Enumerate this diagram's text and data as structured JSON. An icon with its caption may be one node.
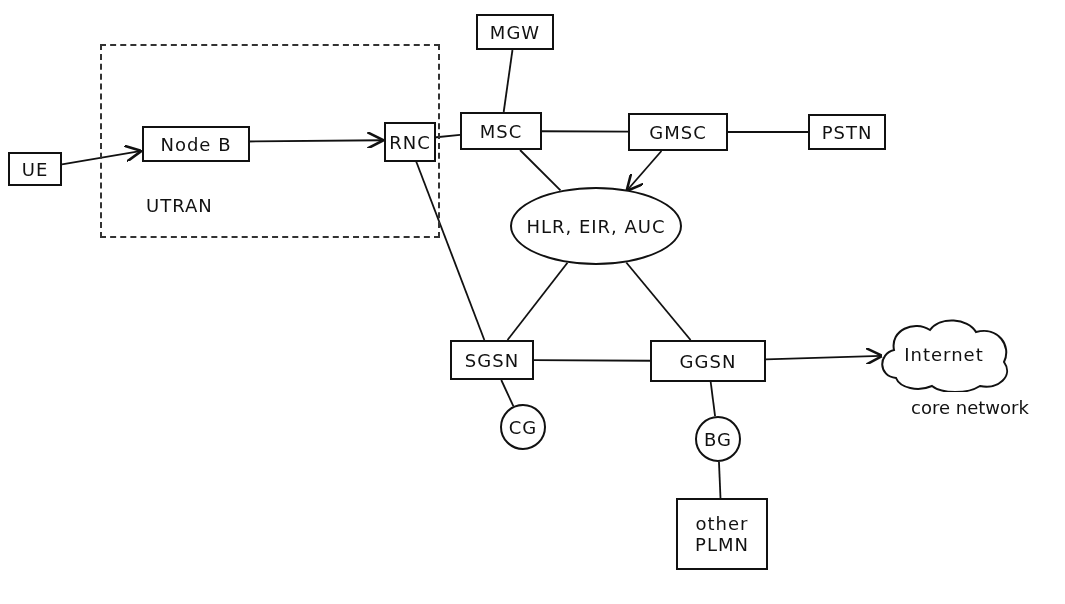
{
  "diagram": {
    "nodes": [
      {
        "text": [
          "MGW"
        ]
      },
      {
        "text": [
          "UE"
        ]
      },
      {
        "text": [
          "UTRAN"
        ]
      },
      {
        "text": [
          "Node B"
        ],
        "in": 2
      },
      {
        "text": [
          "RNC"
        ],
        "in": 2
      },
      {
        "text": [
          "MSC"
        ]
      },
      {
        "text": [
          "GMSC"
        ]
      },
      {
        "text": [
          "PSTN"
        ]
      },
      {
        "text": [
          "HLR, EIR, AUC"
        ]
      },
      {
        "text": [
          "SGSN"
        ]
      },
      {
        "text": [
          "GGSN"
        ]
      },
      {
        "text": [
          "Internet"
        ]
      },
      {
        "text": [
          "CG"
        ]
      },
      {
        "text": [
          "BG"
        ]
      },
      {
        "text": [
          "other PLMN"
        ]
      }
    ],
    "edges": [
      {
        "from": 1,
        "to": 3,
        "arrow": "to"
      },
      {
        "from": 3,
        "to": 4,
        "arrow": "to"
      },
      {
        "from": 4,
        "to": 5,
        "arrow": "none"
      },
      {
        "from": 0,
        "to": 5,
        "arrow": "none"
      },
      {
        "from": 5,
        "to": 6,
        "arrow": "none"
      },
      {
        "from": 6,
        "to": 7,
        "arrow": "none"
      },
      {
        "from": 5,
        "to": 8,
        "arrow": "none"
      },
      {
        "from": 6,
        "to": 8,
        "arrow": "to"
      },
      {
        "from": 4,
        "to": 9,
        "arrow": "none"
      },
      {
        "from": 8,
        "to": 9,
        "arrow": "none"
      },
      {
        "from": 8,
        "to": 10,
        "arrow": "none"
      },
      {
        "from": 9,
        "to": 10,
        "arrow": "none"
      },
      {
        "from": 10,
        "to": 11,
        "arrow": "to"
      },
      {
        "from": 9,
        "to": 12,
        "arrow": "none"
      },
      {
        "from": 10,
        "to": 13,
        "arrow": "none"
      },
      {
        "from": 13,
        "to": 14,
        "arrow": "none"
      }
    ],
    "labels": [
      "core network"
    ]
  }
}
